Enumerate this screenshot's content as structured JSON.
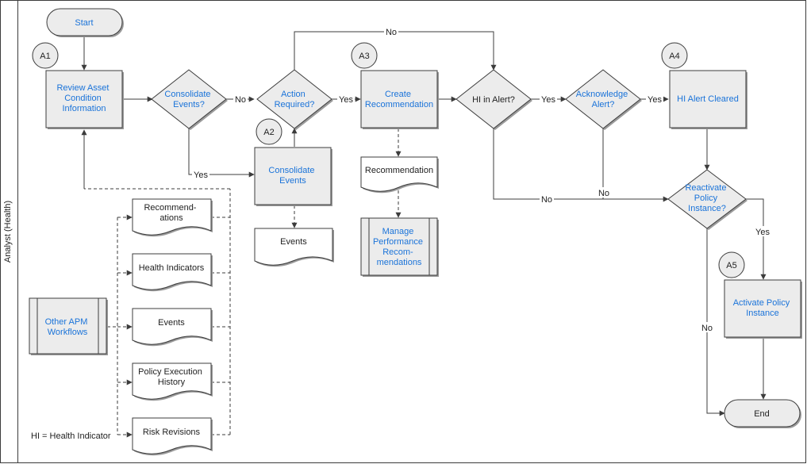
{
  "lane": {
    "label": "Analyst (Health)"
  },
  "legend": {
    "text": "HI = Health Indicator"
  },
  "steps": {
    "a1": {
      "badge": "A1",
      "lines": [
        "Review Asset",
        "Condition",
        "Information"
      ]
    },
    "a2": {
      "badge": "A2",
      "lines": [
        "Consolidate",
        "Events"
      ]
    },
    "a3": {
      "badge": "A3",
      "lines": [
        "Create",
        "Recommendation"
      ]
    },
    "a4": {
      "badge": "A4",
      "lines": [
        "HI Alert Cleared"
      ]
    },
    "a5": {
      "badge": "A5",
      "lines": [
        "Activate Policy",
        "Instance"
      ]
    },
    "manage": {
      "lines": [
        "Manage",
        "Performance",
        "Recom-",
        "mendations"
      ]
    },
    "other_apm": {
      "lines": [
        "Other APM",
        "Workflows"
      ]
    }
  },
  "terminals": {
    "start": "Start",
    "end": "End"
  },
  "decisions": {
    "consolidate": {
      "lines": [
        "Consolidate",
        "Events?"
      ]
    },
    "action": {
      "lines": [
        "Action",
        "Required?"
      ]
    },
    "hi_alert": {
      "lines": [
        "HI in Alert?"
      ]
    },
    "acknowledge": {
      "lines": [
        "Acknowledge",
        "Alert?"
      ]
    },
    "reactivate": {
      "lines": [
        "Reactivate",
        "Policy",
        "Instance?"
      ]
    }
  },
  "documents": {
    "events_out": {
      "lines": [
        "Events"
      ]
    },
    "recommendation": {
      "lines": [
        "Recommendation"
      ]
    },
    "recommendations": {
      "lines": [
        "Recommend-",
        "ations"
      ]
    },
    "health_indicators": {
      "lines": [
        "Health Indicators"
      ]
    },
    "events": {
      "lines": [
        "Events"
      ]
    },
    "policy_history": {
      "lines": [
        "Policy Execution",
        "History"
      ]
    },
    "risk_revisions": {
      "lines": [
        "Risk Revisions"
      ]
    }
  },
  "edge_labels": {
    "consolidate_no": "No",
    "consolidate_yes": "Yes",
    "action_yes": "Yes",
    "action_no": "No",
    "hi_alert_yes": "Yes",
    "hi_alert_no": "No",
    "acknowledge_yes": "Yes",
    "acknowledge_no": "No",
    "reactivate_yes": "Yes",
    "reactivate_no": "No"
  },
  "colors": {
    "link": "#1a73d9",
    "shape_fill": "#ececec",
    "stroke": "#3c3c3c"
  }
}
